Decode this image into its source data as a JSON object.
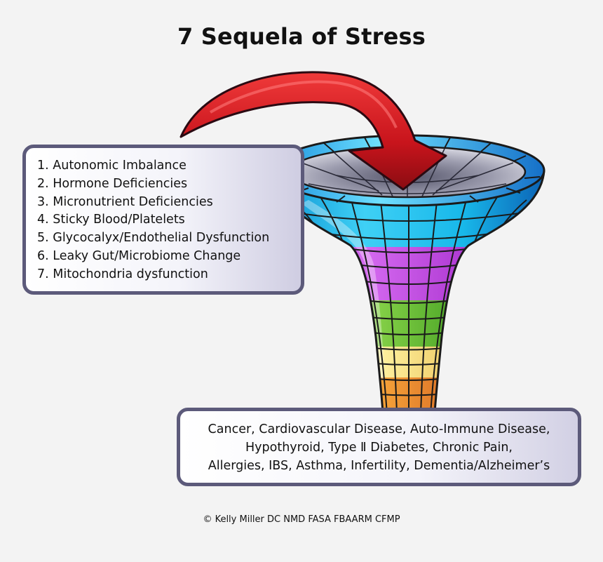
{
  "title": "7 Sequela of Stress",
  "sequela_list": [
    "1. Autonomic Imbalance",
    "2. Hormone Deficiencies",
    "3. Micronutrient Deficiencies",
    "4. Sticky Blood/Platelets",
    "5. Glycocalyx/Endothelial Dysfunction",
    "6. Leaky Gut/Microbiome Change",
    "7. Mitochondria dysfunction"
  ],
  "outcomes": [
    "Cancer, Cardiovascular Disease, Auto-Immune Disease,",
    "Hypothyroid, Type Ⅱ Diabetes, Chronic Pain,",
    "Allergies, IBS, Asthma, Infertility, Dementia/Alzheimer’s"
  ],
  "copyright": "© Kelly Miller DC NMD FASA FBAARM CFMP",
  "colors": {
    "background": "#f3f3f3",
    "box_border": "#5c5a7a",
    "arrow": "#c8141c",
    "funnel_bands": [
      "#18b6e8",
      "#b63dd6",
      "#4aa526",
      "#f0c24a",
      "#e8581c"
    ]
  }
}
